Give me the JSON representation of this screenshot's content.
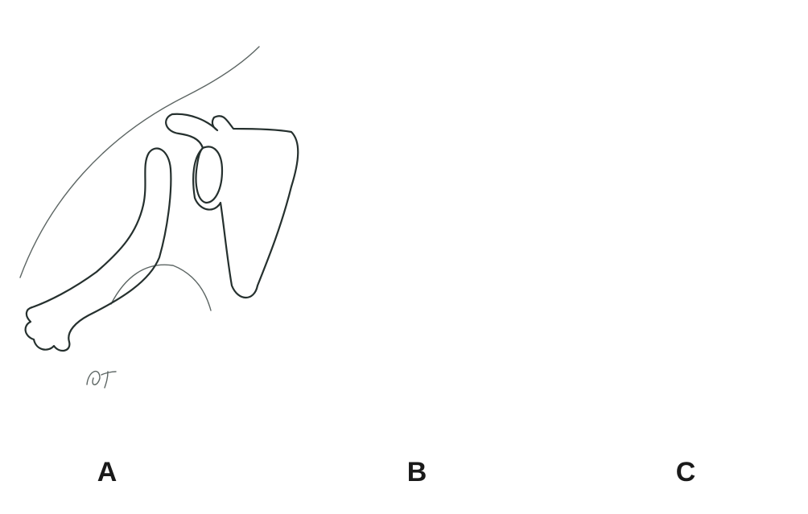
{
  "panels": [
    {
      "label": "A"
    },
    {
      "label": "B"
    },
    {
      "label": "C"
    }
  ],
  "colors": {
    "outline": "#25302e",
    "artery": "#e42424",
    "nerve": "#3ab54a",
    "vein": "#1f6fc3",
    "flap": "#f2c878",
    "graft": "#bfc4c4"
  }
}
